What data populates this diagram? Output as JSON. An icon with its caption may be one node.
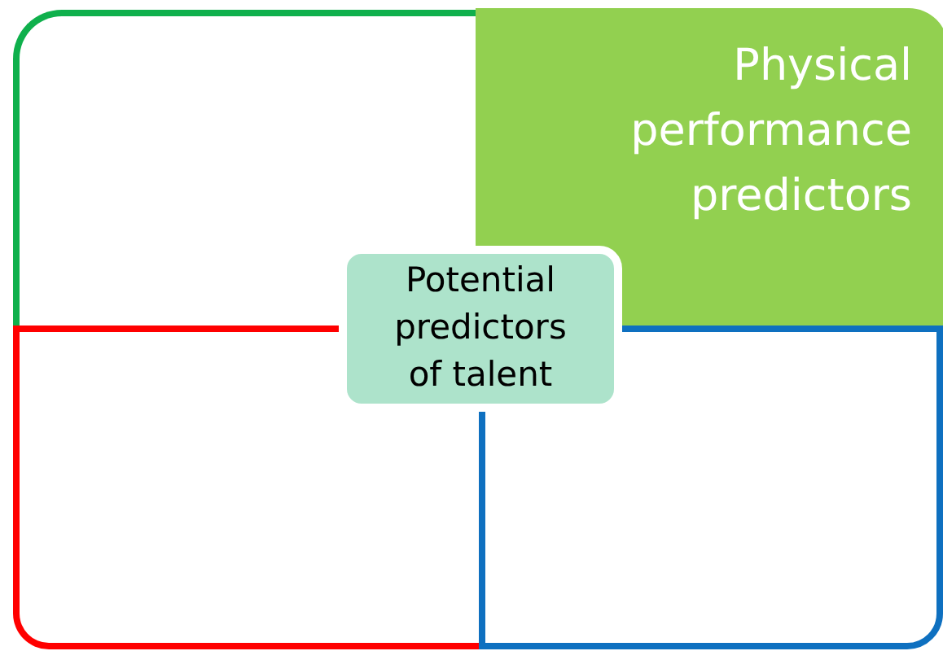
{
  "diagram": {
    "nodes": [
      {
        "text": [],
        "shape": "box"
      },
      {
        "text": [
          "Physical performance predictors"
        ]
      },
      {
        "text": [],
        "shape": "box"
      },
      {
        "text": [],
        "shape": "box"
      },
      {
        "text": [
          "Potential predictors of talent"
        ]
      }
    ]
  }
}
